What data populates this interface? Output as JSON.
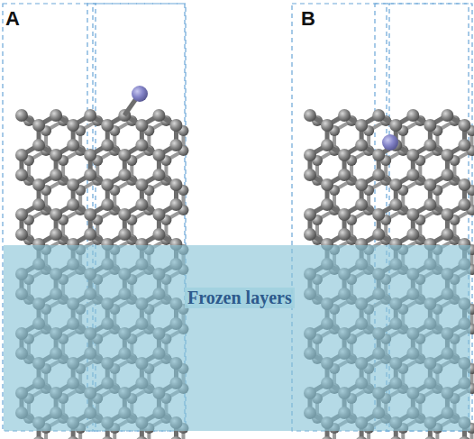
{
  "diagram": {
    "nodes": [
      {
        "text": [
          "Frozen layers"
        ]
      }
    ],
    "labels": [
      "A",
      "B"
    ]
  }
}
